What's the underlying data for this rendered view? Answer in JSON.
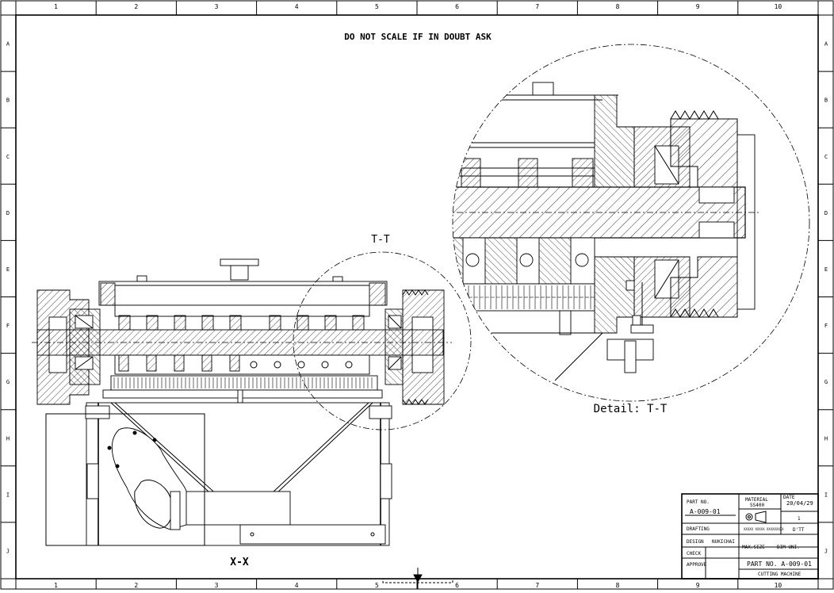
{
  "drawing": {
    "note": "DO NOT SCALE  IF IN DOUBT ASK",
    "section_view_label": "X-X",
    "detail_marker_label": "T-T",
    "detail_view_label": "Detail: T-T"
  },
  "border": {
    "columns": [
      "1",
      "2",
      "3",
      "4",
      "5",
      "6",
      "7",
      "8",
      "9",
      "10"
    ],
    "rows": [
      "A",
      "B",
      "C",
      "D",
      "E",
      "F",
      "G",
      "H",
      "I",
      "J"
    ]
  },
  "title_block": {
    "part_no_label": "PART NO.",
    "part_no_value": "A-009-01",
    "material_label": "MATERIAL",
    "material_value": "SS400",
    "date_label": "DATE",
    "date_value": "20/04/29",
    "sheet_value": "1",
    "drafting_label": "DRAFTING",
    "projection_note": "XXXXX XXXXX XXXXXXXXX",
    "revision_value": "D'TT",
    "design_label": "DESIGN",
    "design_value": "NUKICHAI",
    "max_size_label": "MAX.SIZE",
    "dim_label": "DIM UNI.",
    "check_label": "CHECK",
    "approve_label": "APPROVE",
    "part_no_big": "PART NO. A-009-01",
    "description": "CUTTING MACHINE"
  }
}
